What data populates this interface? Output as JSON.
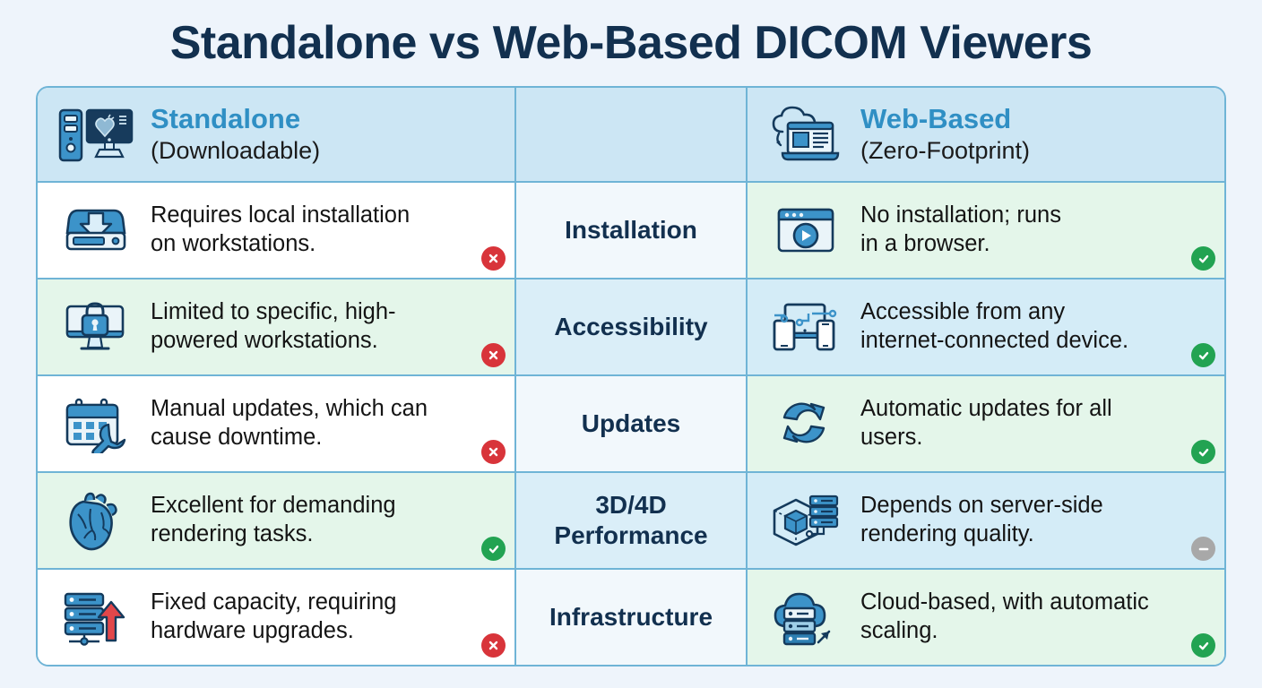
{
  "title": "Standalone vs Web-Based DICOM Viewers",
  "colors": {
    "page_background": "#eef4fb",
    "title": "#12304f",
    "accent_blue": "#2f8fc4",
    "border": "#6fb4d6",
    "header_cell": "#cce6f4",
    "green_cell": "#e4f6ea",
    "blue_cell": "#d4ecf7",
    "badge_negative": "#d8343a",
    "badge_positive": "#22a352",
    "badge_neutral": "#a8a8a8"
  },
  "header": {
    "left": {
      "main": "Standalone",
      "sub": "(Downloadable)",
      "icon": "desktop-computer-heart-icon"
    },
    "right": {
      "main": "Web-Based",
      "sub": "(Zero-Footprint)",
      "icon": "cloud-laptop-icon"
    }
  },
  "rows": [
    {
      "category": "Installation",
      "left": {
        "text": "Requires local installation\non workstations.",
        "icon": "hard-drive-download-icon",
        "status": "negative",
        "status_glyph": "✕"
      },
      "right": {
        "text": "No installation; runs\nin a browser.",
        "icon": "browser-play-icon",
        "status": "positive",
        "status_glyph": "✓"
      }
    },
    {
      "category": "Accessibility",
      "left": {
        "text": "Limited to specific, high-\npowered workstations.",
        "icon": "monitor-lock-icon",
        "status": "negative",
        "status_glyph": "✕"
      },
      "right": {
        "text": "Accessible from any\ninternet-connected device.",
        "icon": "multi-device-icon",
        "status": "positive",
        "status_glyph": "✓"
      }
    },
    {
      "category": "Updates",
      "left": {
        "text": "Manual updates, which can\ncause downtime.",
        "icon": "calendar-wrench-icon",
        "status": "negative",
        "status_glyph": "✕"
      },
      "right": {
        "text": "Automatic updates for all\nusers.",
        "icon": "sync-arrows-icon",
        "status": "positive",
        "status_glyph": "✓"
      }
    },
    {
      "category": "3D/4D\nPerformance",
      "left": {
        "text": "Excellent for demanding\nrendering tasks.",
        "icon": "anatomical-heart-icon",
        "status": "positive",
        "status_glyph": "✓"
      },
      "right": {
        "text": "Depends on server-side\nrendering quality.",
        "icon": "cube-server-icon",
        "status": "neutral",
        "status_glyph": "–"
      }
    },
    {
      "category": "Infrastructure",
      "left": {
        "text": "Fixed capacity, requiring\nhardware upgrades.",
        "icon": "server-stack-up-arrow-icon",
        "status": "negative",
        "status_glyph": "✕"
      },
      "right": {
        "text": "Cloud-based, with automatic\nscaling.",
        "icon": "cloud-server-scaling-icon",
        "status": "positive",
        "status_glyph": "✓"
      }
    }
  ]
}
